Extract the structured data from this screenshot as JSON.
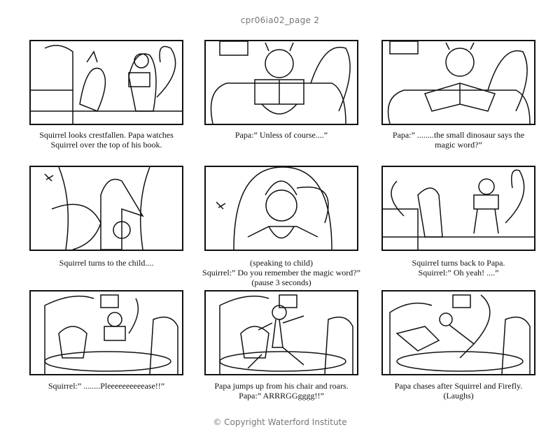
{
  "header": {
    "title": "cpr06ia02_page 2"
  },
  "footer": {
    "copyright": "© Copyright Waterford Institute"
  },
  "panels": [
    {
      "caption": [
        "Squirrel looks crestfallen. Papa watches",
        "Squirrel over the top of his book."
      ]
    },
    {
      "caption": [
        "Papa:” Unless of course....”"
      ]
    },
    {
      "caption": [
        "Papa:” ........the small dinosaur says the",
        "magic word?”"
      ]
    },
    {
      "caption": [
        "Squirrel turns to the child...."
      ]
    },
    {
      "caption": [
        "(speaking to child)",
        "Squirrel:” Do you remember the magic word?”",
        "(pause 3 seconds)"
      ]
    },
    {
      "caption": [
        "Squirrel turns back to Papa.",
        "Squirrel:” Oh yeah! ....”"
      ]
    },
    {
      "caption": [
        "Squirrel:” ........Pleeeeeeeeeease!!”"
      ]
    },
    {
      "caption": [
        "Papa jumps up from his chair and roars.",
        "Papa:” ARRRGGgggg!!”"
      ]
    },
    {
      "caption": [
        "Papa chases after Squirrel and Firefly.",
        "(Laughs)"
      ]
    }
  ]
}
